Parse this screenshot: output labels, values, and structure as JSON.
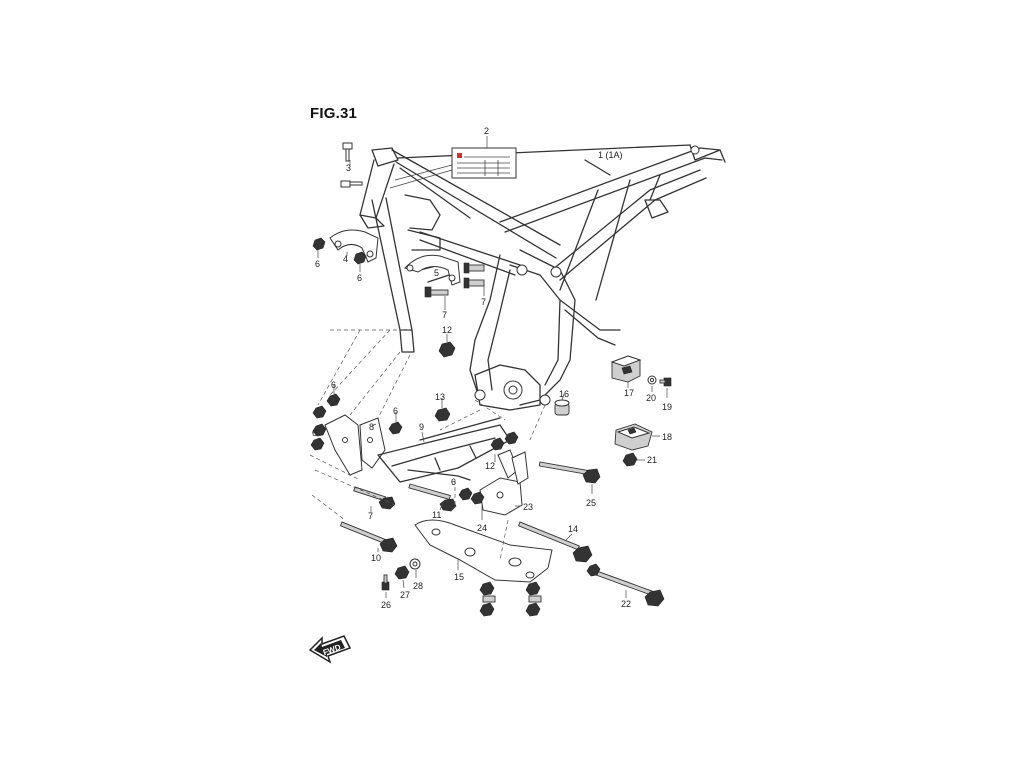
{
  "figure": {
    "title": "FIG.31",
    "fwd_label": "FWD"
  },
  "callouts": {
    "c1": "1 (1A)",
    "c2": "2",
    "c3": "3",
    "c4": "4",
    "c5": "5",
    "c6a": "6",
    "c6b": "6",
    "c6c": "6",
    "c6d": "6",
    "c6e": "6",
    "c6f": "6",
    "c7a": "7",
    "c7b": "7",
    "c7c": "7",
    "c8": "8",
    "c9": "9",
    "c10": "10",
    "c11": "11",
    "c12a": "12",
    "c12b": "12",
    "c13": "13",
    "c14": "14",
    "c15": "15",
    "c16": "16",
    "c17": "17",
    "c18": "18",
    "c19": "19",
    "c20": "20",
    "c21": "21",
    "c22": "22",
    "c23": "23",
    "c24": "24",
    "c25": "25",
    "c26": "26",
    "c27": "27",
    "c28": "28"
  }
}
